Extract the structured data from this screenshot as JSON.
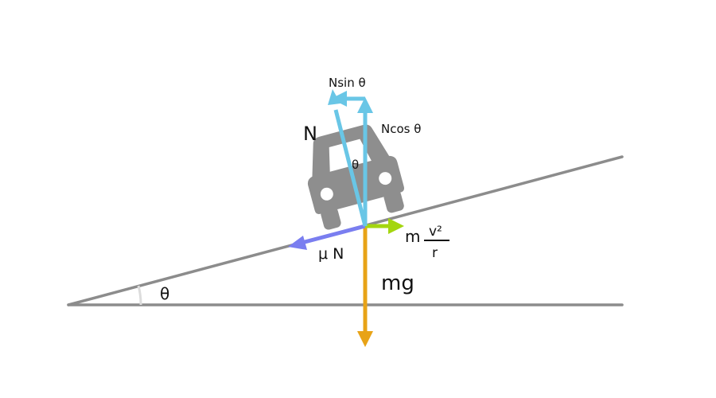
{
  "labels": {
    "normal": "N",
    "normal_vertical": "Ncos θ",
    "normal_horizontal": "Nsin θ",
    "theta_normal": "θ",
    "theta_incline": "θ",
    "friction": "μ N",
    "weight": "mg",
    "centripetal_m": "m",
    "centripetal_num": "v²",
    "centripetal_den": "r"
  },
  "colors": {
    "incline": "#8c8c8c",
    "car": "#8e8e8e",
    "normal_components": "#69c6e6",
    "friction": "#7a7ef0",
    "centripetal": "#a4d60f",
    "weight": "#e8a317"
  },
  "icons": {
    "car": "car-icon"
  }
}
